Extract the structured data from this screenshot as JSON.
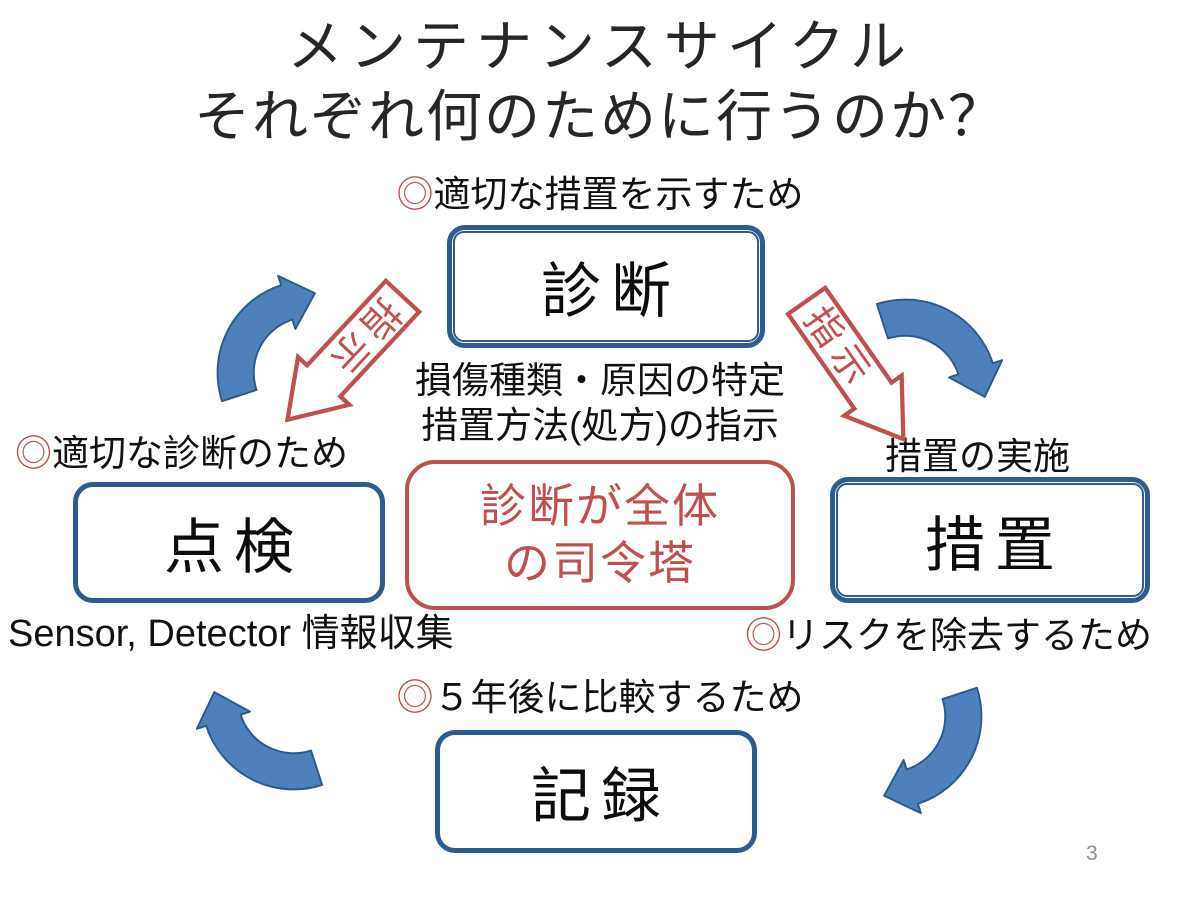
{
  "title": {
    "line1": "メンテナンスサイクル",
    "line2": "それぞれ何のために行うのか？"
  },
  "nodes": {
    "diagnosis": {
      "label": "診断"
    },
    "inspection": {
      "label": "点検"
    },
    "treatment": {
      "label": "措置"
    },
    "record": {
      "label": "記録"
    }
  },
  "notes": {
    "diagnosis": {
      "marker": "◎",
      "text": "適切な措置を示すため"
    },
    "inspection": {
      "marker": "◎",
      "text": "適切な診断のため"
    },
    "inspection_sub": "Sensor, Detector 情報収集",
    "treatment_pre": "措置の実施",
    "treatment": {
      "marker": "◎",
      "text": "リスクを除去するため"
    },
    "record": {
      "marker": "◎",
      "text": "５年後に比較するため"
    }
  },
  "center": {
    "desc_line1": "損傷種類・原因の特定",
    "desc_line2": "措置方法(処方)の指示",
    "headline_line1": "診断が全体",
    "headline_line2": "の司令塔"
  },
  "stamps": {
    "left": "指示",
    "right": "指示"
  },
  "page_number": "3",
  "colors": {
    "node_border_blue": "#2F5B90",
    "arrow_fill_blue": "#4E80BC",
    "arrow_outline_blue": "#2E5A8B",
    "accent_red": "#C0504D",
    "text_black": "#111111",
    "page_number_gray": "#8F8F8F"
  }
}
